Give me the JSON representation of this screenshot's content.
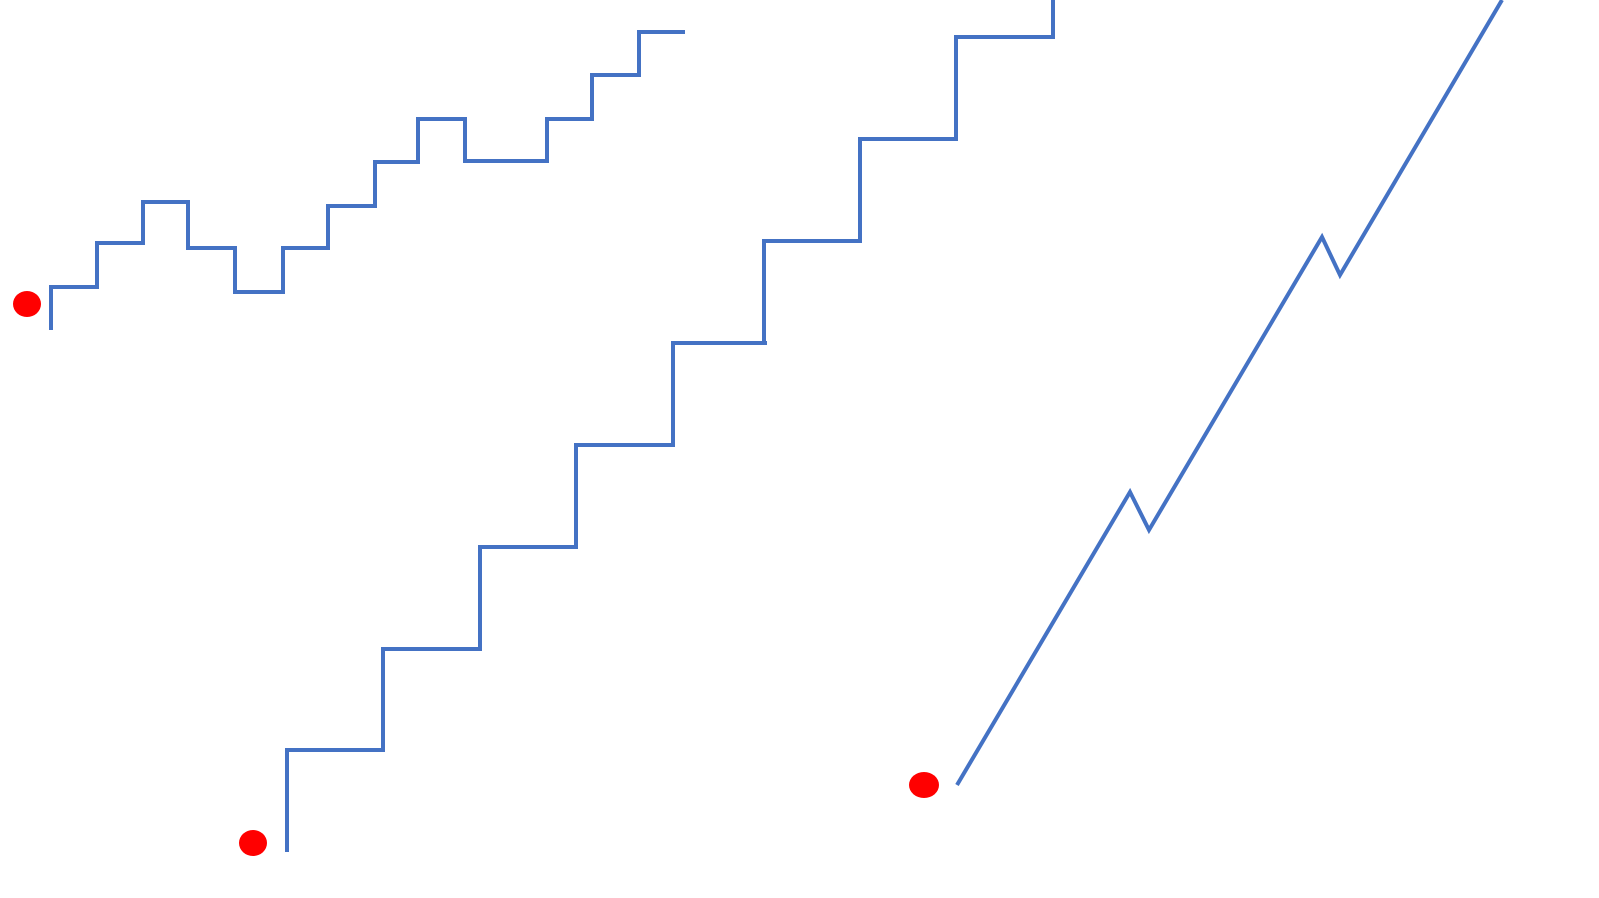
{
  "colors": {
    "line": "#4472C4",
    "start_marker": "#FF0000",
    "background": "#FFFFFF"
  },
  "diagrams": [
    {
      "id": "irregular-staircase",
      "description_shape": "small irregular staircase with ups and downs",
      "has_start_marker": true
    },
    {
      "id": "regular-staircase",
      "description_shape": "large regular ascending staircase",
      "has_start_marker": true
    },
    {
      "id": "zigzag-line",
      "description_shape": "diagonal line with two small backward notches",
      "has_start_marker": true
    }
  ]
}
